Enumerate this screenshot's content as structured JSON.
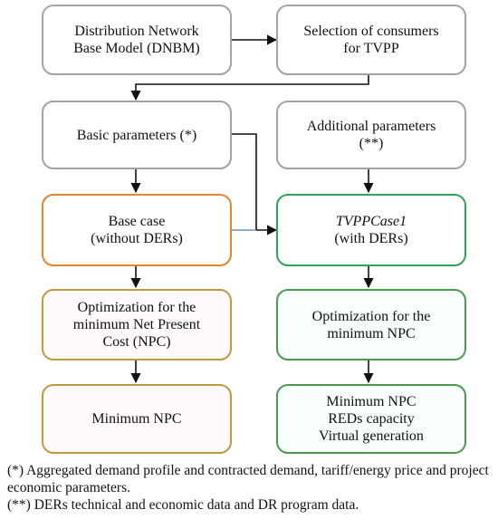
{
  "boxes": {
    "dnbm": {
      "line1": "Distribution Network",
      "line2": "Base Model (DNBM)"
    },
    "selection": {
      "line1": "Selection of consumers",
      "line2": "for TVPP"
    },
    "basic": {
      "line1": "Basic parameters (*)"
    },
    "additional": {
      "line1": "Additional parameters",
      "line2": "(**)"
    },
    "base_case": {
      "line1": "Base case",
      "line2": "(without DERs)"
    },
    "tvpp_case": {
      "line1": "TVPPCase1",
      "line2": "(with DERs)"
    },
    "opt_npc_left": {
      "line1": "Optimization for the",
      "line2": "minimum Net Present",
      "line3": "Cost (NPC)"
    },
    "opt_npc_right": {
      "line1": "Optimization for the",
      "line2": "minimum NPC"
    },
    "min_npc_left": {
      "line1": "Minimum NPC"
    },
    "min_npc_right": {
      "line1": "Minimum NPC",
      "line2": "REDs capacity",
      "line3": "Virtual generation"
    }
  },
  "footnotes": {
    "note1": "(*) Aggregated demand profile and contracted demand, tariff/energy price and project economic parameters.",
    "note2": "(**) DERs technical and economic data and DR program data."
  },
  "colors": {
    "orange": "#e3852f",
    "green": "#2fa35a",
    "gold": "#bf9a3e",
    "gray": "#a3a3a3"
  }
}
